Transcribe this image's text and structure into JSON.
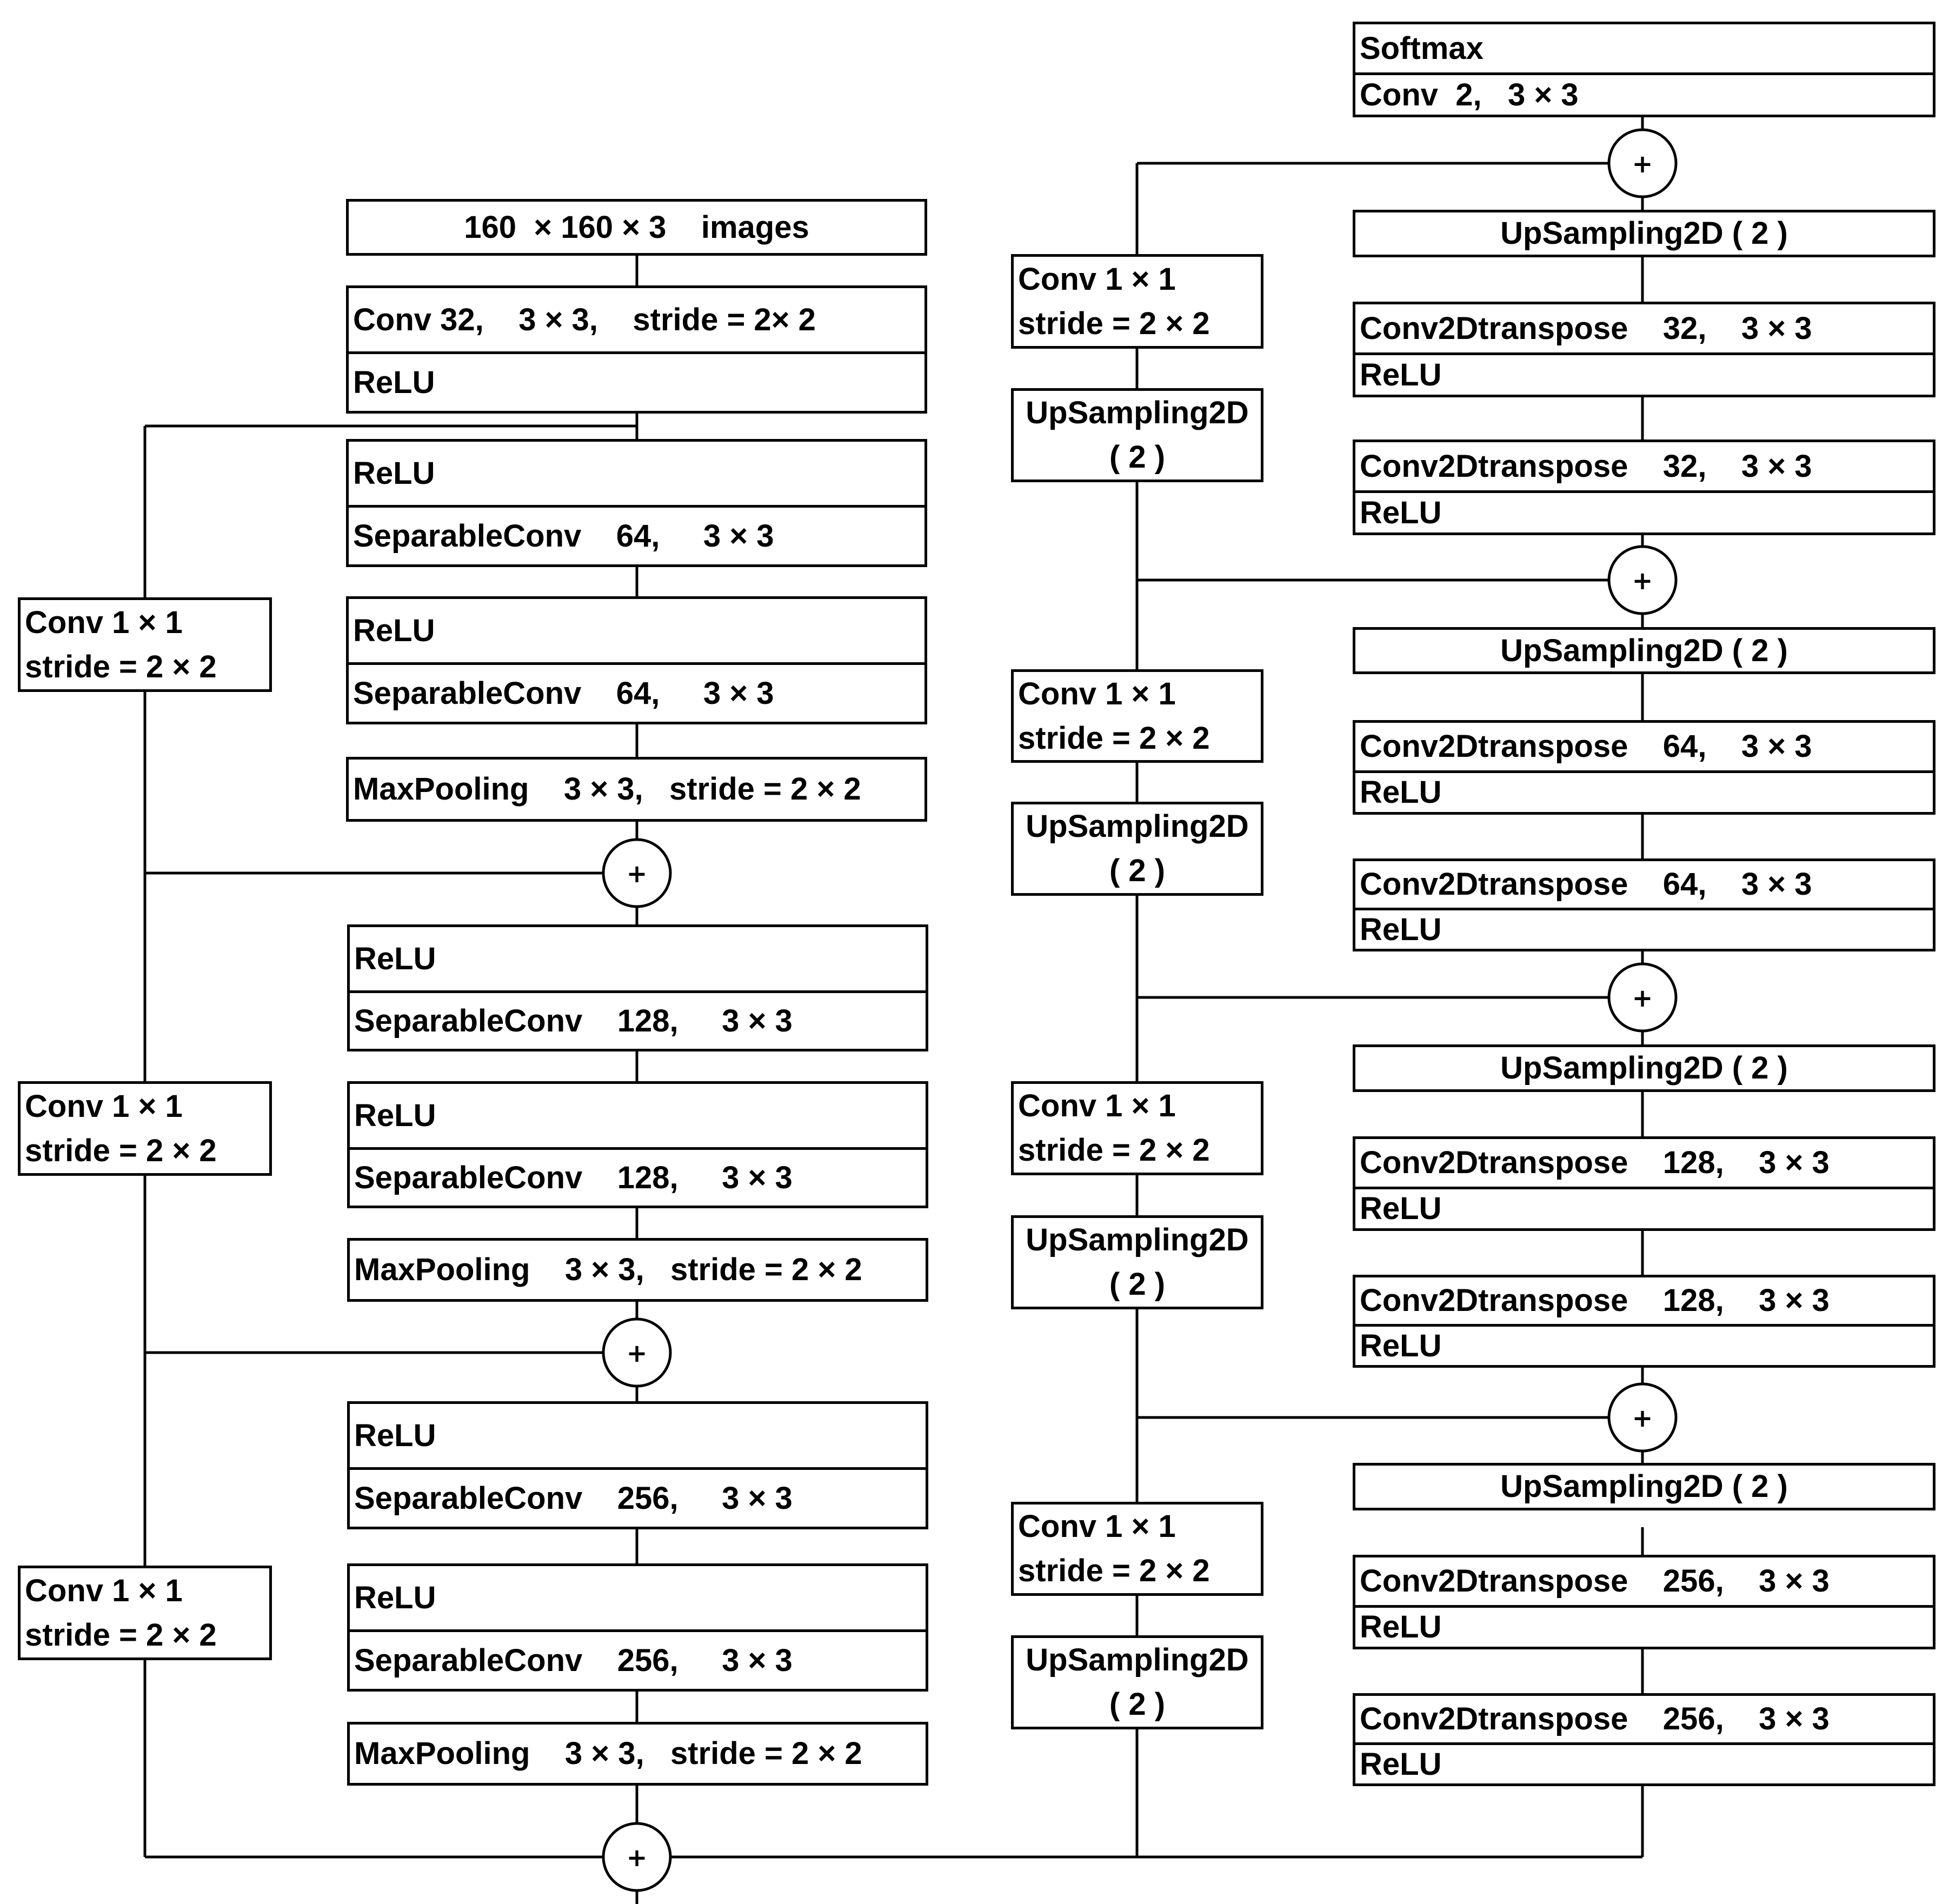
{
  "encoder": {
    "input": "160  × 160 × 3    images",
    "stem": {
      "conv": "Conv 32,    3 × 3,    stride = 2× 2",
      "act": "ReLU"
    },
    "block1": {
      "relu_a": "ReLU",
      "sep_a": "SeparableConv    64,     3 × 3",
      "relu_b": "ReLU",
      "sep_b": "SeparableConv    64,     3 × 3",
      "pool": "MaxPooling    3 × 3,   stride = 2 × 2"
    },
    "block2": {
      "relu_a": "ReLU",
      "sep_a": "SeparableConv    128,     3 × 3",
      "relu_b": "ReLU",
      "sep_b": "SeparableConv    128,     3 × 3",
      "pool": "MaxPooling    3 × 3,   stride = 2 × 2"
    },
    "block3": {
      "relu_a": "ReLU",
      "sep_a": "SeparableConv    256,     3 × 3",
      "relu_b": "ReLU",
      "sep_b": "SeparableConv    256,     3 × 3",
      "pool": "MaxPooling    3 × 3,   stride = 2 × 2"
    },
    "shortcut": {
      "line1": "Conv 1 × 1",
      "line2": "stride = 2 × 2"
    }
  },
  "bridge": {
    "conv": {
      "line1": "Conv 1 × 1",
      "line2": "stride = 2 × 2"
    },
    "up": {
      "line1": "UpSampling2D",
      "line2": "( 2 )"
    }
  },
  "decoder": {
    "softmax": "Softmax",
    "final_conv": "Conv  2,   3 × 3",
    "upsample": "UpSampling2D ( 2 )",
    "relu": "ReLU",
    "stage32": "Conv2Dtranspose    32,    3 × 3",
    "stage64": "Conv2Dtranspose    64,    3 × 3",
    "stage128": "Conv2Dtranspose    128,    3 × 3",
    "stage256": "Conv2Dtranspose    256,    3 × 3"
  },
  "junction_symbol": "+"
}
